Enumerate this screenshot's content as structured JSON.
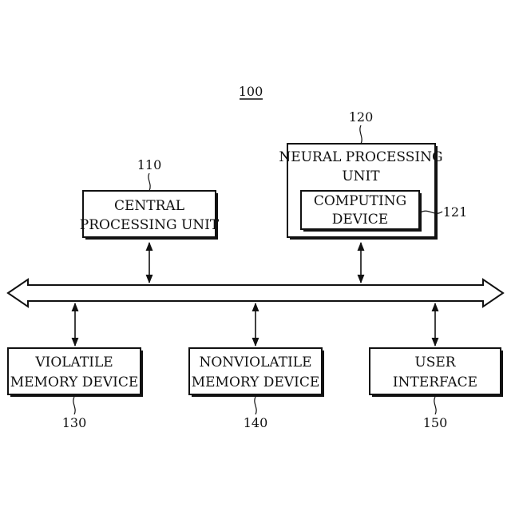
{
  "figure_ref": "100",
  "cpu": {
    "ref": "110",
    "line1": "CENTRAL",
    "line2": "PROCESSING UNIT"
  },
  "npu": {
    "ref": "120",
    "line1": "NEURAL PROCESSING",
    "line2": "UNIT",
    "computing": {
      "ref": "121",
      "line1": "COMPUTING",
      "line2": "DEVICE"
    }
  },
  "volatile_memory": {
    "ref": "130",
    "line1": "VIOLATILE",
    "line2": "MEMORY DEVICE"
  },
  "nonvolatile_memory": {
    "ref": "140",
    "line1": "NONVIOLATILE",
    "line2": "MEMORY DEVICE"
  },
  "user_interface": {
    "ref": "150",
    "line1": "USER",
    "line2": "INTERFACE"
  }
}
